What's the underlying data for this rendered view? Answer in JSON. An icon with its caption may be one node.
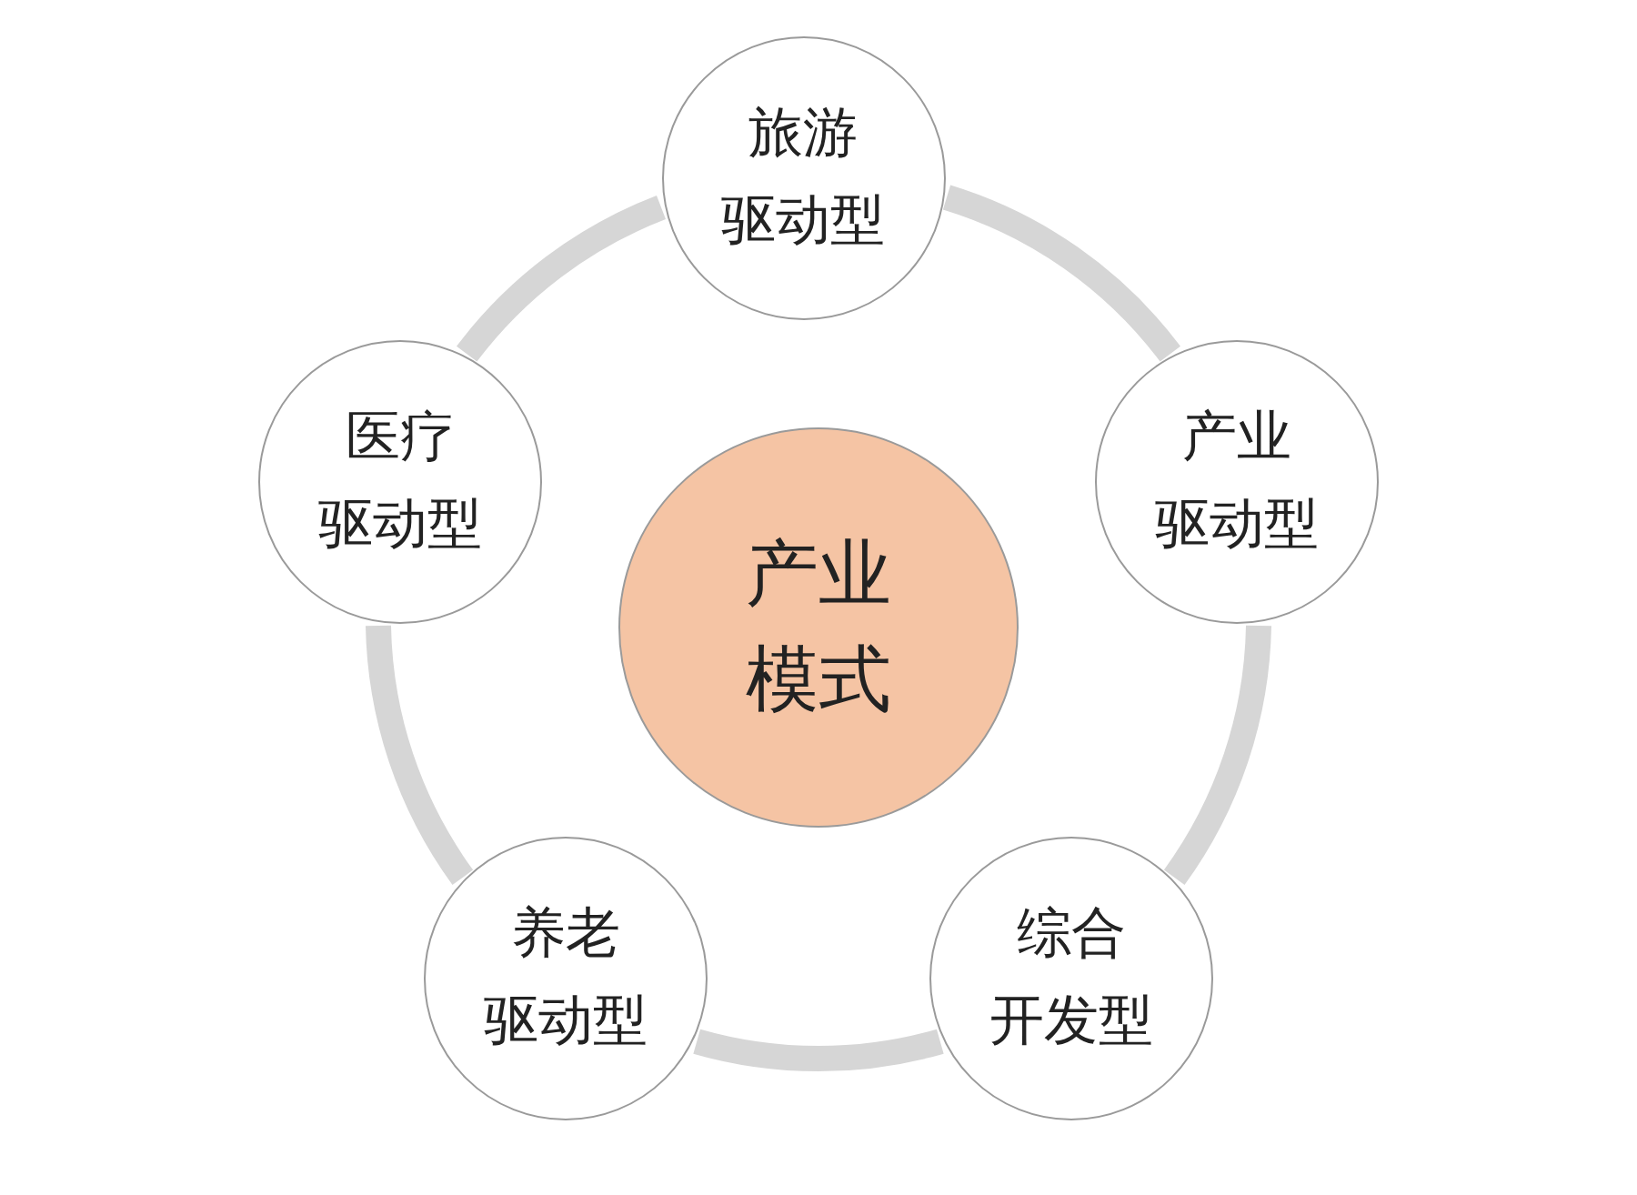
{
  "diagram": {
    "nodes": [
      {
        "text": [
          "产业模式"
        ]
      },
      {
        "text": [
          "旅游驱动型"
        ]
      },
      {
        "text": [
          "产业驱动型"
        ]
      },
      {
        "text": [
          "综合开发型"
        ]
      },
      {
        "text": [
          "养老驱动型"
        ]
      },
      {
        "text": [
          "医疗驱动型"
        ]
      }
    ],
    "edges": [
      {
        "from": 1,
        "to": 2,
        "arrow": "none"
      },
      {
        "from": 2,
        "to": 3,
        "arrow": "none"
      },
      {
        "from": 3,
        "to": 4,
        "arrow": "none"
      },
      {
        "from": 4,
        "to": 5,
        "arrow": "none"
      },
      {
        "from": 5,
        "to": 1,
        "arrow": "none"
      }
    ]
  }
}
